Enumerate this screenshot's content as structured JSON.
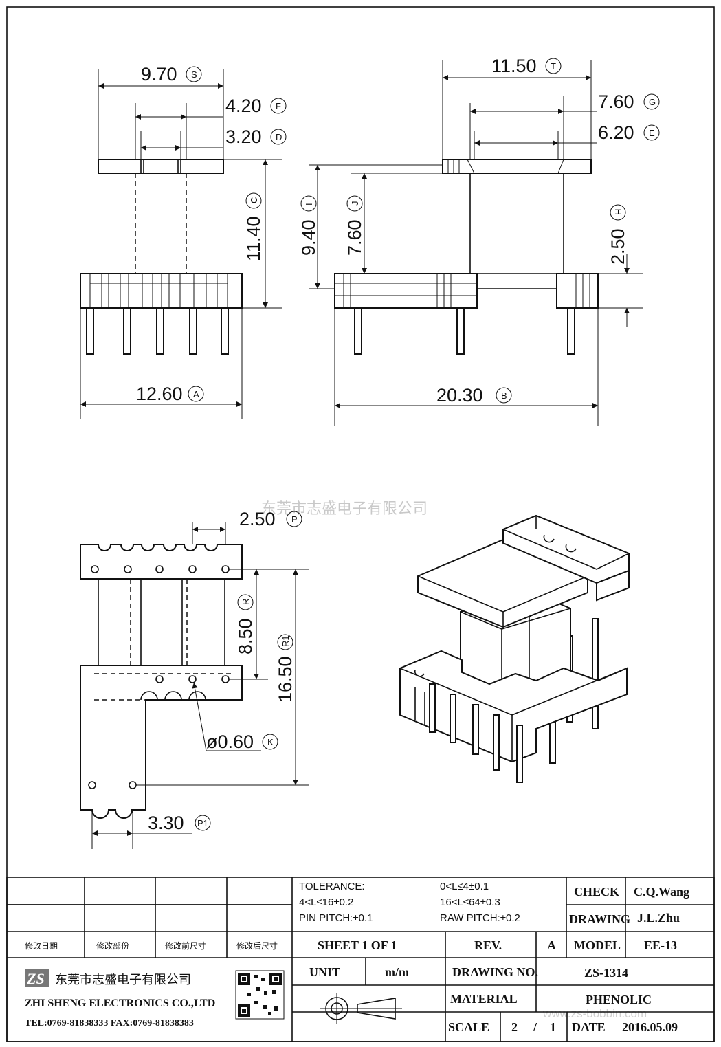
{
  "watermark_cn": "东莞市志盛电子有限公司",
  "watermark_url": "www.zs-bobbin.com",
  "dimensions": {
    "S": {
      "value": "9.70",
      "tag": "S"
    },
    "F": {
      "value": "4.20",
      "tag": "F"
    },
    "D": {
      "value": "3.20",
      "tag": "D"
    },
    "C": {
      "value": "11.40",
      "tag": "C"
    },
    "A": {
      "value": "12.60",
      "tag": "A"
    },
    "T": {
      "value": "11.50",
      "tag": "T"
    },
    "G": {
      "value": "7.60",
      "tag": "G"
    },
    "E": {
      "value": "6.20",
      "tag": "E"
    },
    "I": {
      "value": "9.40",
      "tag": "I"
    },
    "J": {
      "value": "7.60",
      "tag": "J"
    },
    "H": {
      "value": "2.50",
      "tag": "H"
    },
    "B": {
      "value": "20.30",
      "tag": "B"
    },
    "P": {
      "value": "2.50",
      "tag": "P"
    },
    "R": {
      "value": "8.50",
      "tag": "R"
    },
    "R1": {
      "value": "16.50",
      "tag": "R1"
    },
    "K": {
      "value": "ø0.60",
      "tag": "K"
    },
    "P1": {
      "value": "3.30",
      "tag": "P1"
    }
  },
  "title_block": {
    "tolerance_label": "TOLERANCE:",
    "tol1": "0<L≤4±0.1",
    "tol2": "4<L≤16±0.2",
    "tol3": "16<L≤64±0.3",
    "pin_pitch": "PIN PITCH:±0.1",
    "raw_pitch": "RAW PITCH:±0.2",
    "check_label": "CHECK",
    "check_value": "C.Q.Wang",
    "drawing_label": "DRAWING",
    "drawing_value": "J.L.Zhu",
    "rev_headers": [
      "修改日期",
      "修改部份",
      "修改前尺寸",
      "修改后尺寸"
    ],
    "sheet": "SHEET 1 OF 1",
    "rev_label": "REV.",
    "rev_value": "A",
    "model_label": "MODEL",
    "model_value": "EE-13",
    "company_cn": "东莞市志盛电子有限公司",
    "company_en": "ZHI SHENG ELECTRONICS CO.,LTD",
    "contact": "TEL:0769-81838333 FAX:0769-81838383",
    "logo_text": "ZS",
    "unit_label": "UNIT",
    "unit_value": "m/m",
    "drawing_no_label": "DRAWING NO.",
    "drawing_no_value": "ZS-1314",
    "material_label": "MATERIAL",
    "material_value": "PHENOLIC",
    "scale_label": "SCALE",
    "scale_num": "2",
    "scale_sep": "/",
    "scale_den": "1",
    "date_label": "DATE",
    "date_value": "2016.05.09"
  }
}
